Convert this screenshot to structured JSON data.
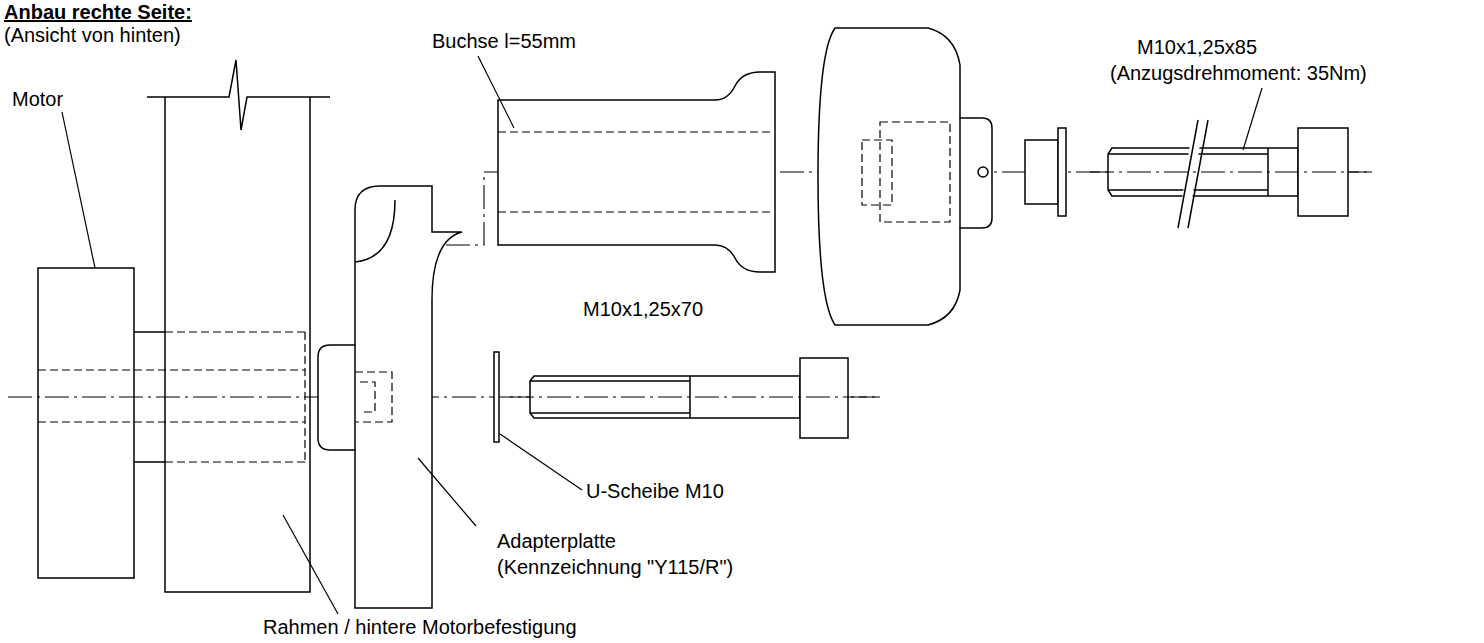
{
  "diagram": {
    "title": "Anbau rechte Seite:",
    "labels": [
      "(Ansicht von hinten)",
      "Motor",
      "Buchse l=55mm",
      "M10x1,25x85",
      "(Anzugsdrehmoment: 35Nm)",
      "M10x1,25x70",
      "U-Scheibe M10",
      "Adapterplatte",
      "(Kennzeichnung \"Y115/R\")",
      "Rahmen / hintere Motorbefestigung"
    ]
  }
}
